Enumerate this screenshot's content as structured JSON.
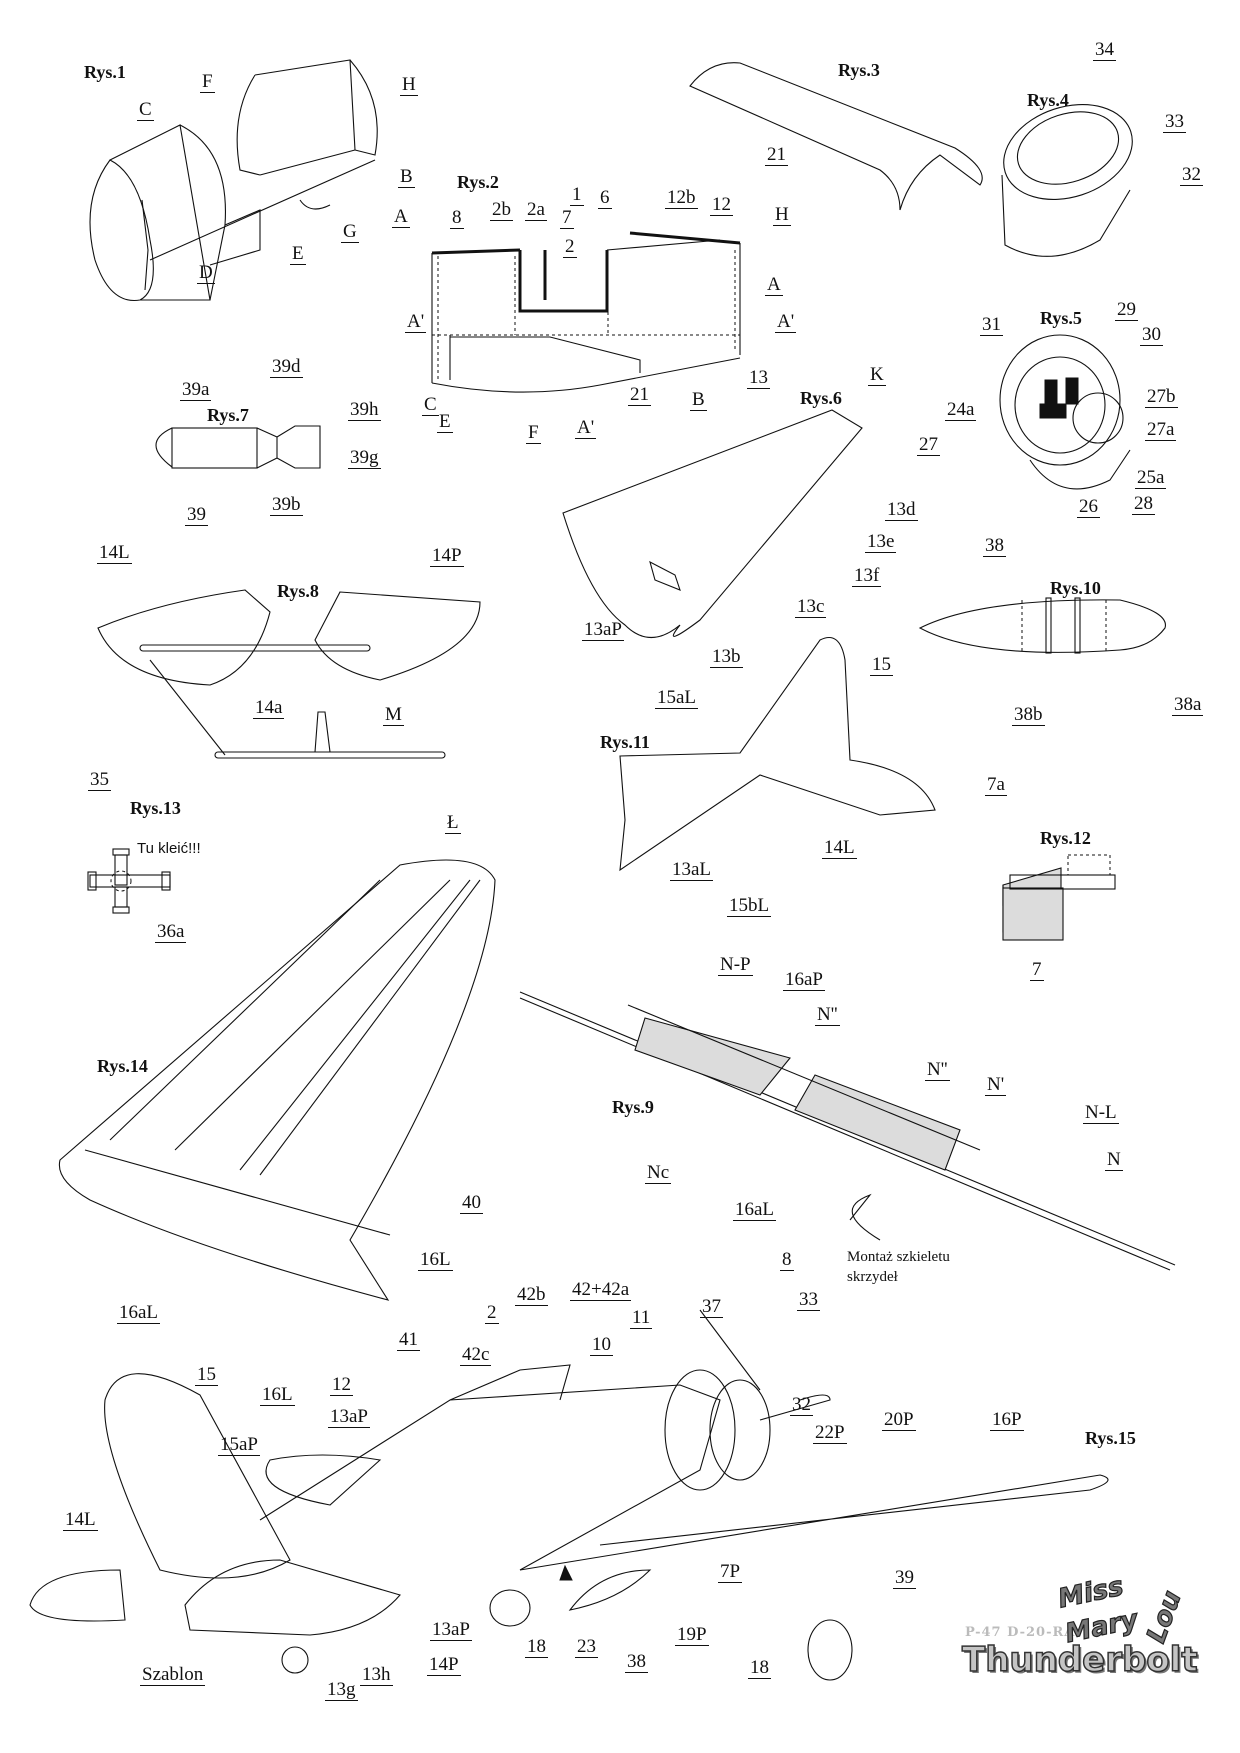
{
  "sheet": {
    "figures": {
      "rys1": "Rys.1",
      "rys2": "Rys.2",
      "rys3": "Rys.3",
      "rys4": "Rys.4",
      "rys5": "Rys.5",
      "rys6": "Rys.6",
      "rys7": "Rys.7",
      "rys8": "Rys.8",
      "rys9": "Rys.9",
      "rys10": "Rys.10",
      "rys11": "Rys.11",
      "rys12": "Rys.12",
      "rys13": "Rys.13",
      "rys14": "Rys.14",
      "rys15": "Rys.15"
    },
    "rys1_labels": [
      "C",
      "F",
      "H",
      "B",
      "A",
      "G",
      "E",
      "D"
    ],
    "rys2_labels": [
      "8",
      "2b",
      "2a",
      "7",
      "2",
      "1",
      "6",
      "12b",
      "12",
      "H",
      "A",
      "A'",
      "A'",
      "C",
      "E",
      "F",
      "A'",
      "21",
      "B"
    ],
    "rys3_labels": [
      "21"
    ],
    "rys4_labels": [
      "34",
      "33",
      "32"
    ],
    "rys5_labels": [
      "31",
      "29",
      "30",
      "24a",
      "27b",
      "27a",
      "27",
      "25a",
      "28",
      "26"
    ],
    "rys6_labels": [
      "13",
      "K",
      "13d",
      "13e",
      "13f",
      "13c",
      "13aP",
      "13b"
    ],
    "rys7_labels": [
      "39a",
      "39d",
      "39h",
      "39g",
      "39",
      "39b"
    ],
    "rys8_labels": [
      "14L",
      "14P",
      "14a",
      "M",
      "Ł"
    ],
    "rys9_labels": [
      "N-P",
      "16aP",
      "N''",
      "N''",
      "N'",
      "N-L",
      "N",
      "Nc",
      "16aL"
    ],
    "rys9_note": [
      "Montaż szkieletu",
      "skrzydeł"
    ],
    "rys10_labels": [
      "38",
      "38b",
      "38a"
    ],
    "rys11_labels": [
      "15aL",
      "15",
      "13aL",
      "15bL",
      "14L"
    ],
    "rys12_labels": [
      "7a",
      "7"
    ],
    "rys13_labels": [
      "35",
      "36a"
    ],
    "rys13_note": "Tu kleić!!!",
    "rys14_labels": [
      "40",
      "16L",
      "16aL"
    ],
    "rys15_labels": [
      "42b",
      "42+42a",
      "8",
      "42c",
      "2",
      "11",
      "37",
      "33",
      "41",
      "10",
      "12",
      "32",
      "15",
      "16L",
      "13aP",
      "22P",
      "20P",
      "16P",
      "15aP",
      "14L",
      "13aP",
      "7P",
      "39",
      "18",
      "23",
      "19P",
      "38",
      "18",
      "14P",
      "13h",
      "13g",
      "Szablon"
    ],
    "logo": {
      "model": "P-47 D-20-RA",
      "name": "Thunderbolt",
      "script1": "Miss",
      "script2": "Mary",
      "script3": "Lou"
    }
  }
}
